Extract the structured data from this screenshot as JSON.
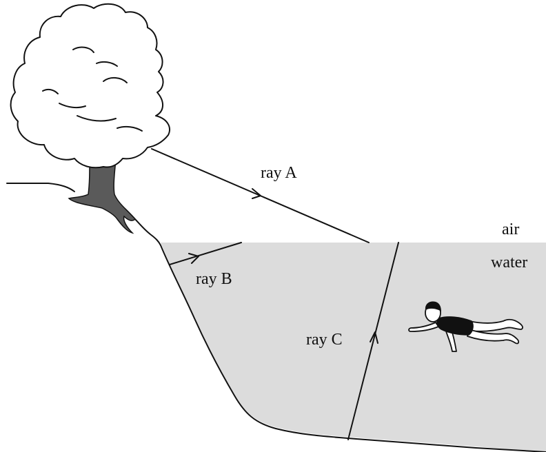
{
  "labels": {
    "ray_a": "ray A",
    "ray_b": "ray B",
    "ray_c": "ray C",
    "air": "air",
    "water": "water"
  },
  "colors": {
    "water": "#dcdcdc",
    "trunk": "#5a5a5a",
    "line": "#111111",
    "foliage": "#ffffff"
  },
  "icons": {
    "tree": "tree-icon",
    "swimmer": "swimmer-icon"
  }
}
